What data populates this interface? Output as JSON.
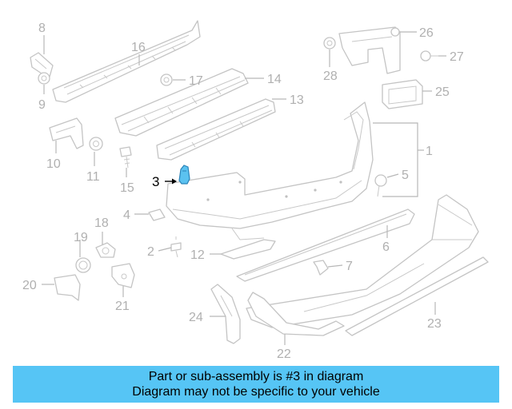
{
  "diagram": {
    "callouts": {
      "c1": "1",
      "c2": "2",
      "c3": "3",
      "c4": "4",
      "c5": "5",
      "c6": "6",
      "c7": "7",
      "c8": "8",
      "c9": "9",
      "c10": "10",
      "c11": "11",
      "c12": "12",
      "c13": "13",
      "c14": "14",
      "c15": "15",
      "c16": "16",
      "c17": "17",
      "c18": "18",
      "c19": "19",
      "c20": "20",
      "c21": "21",
      "c22": "22",
      "c23": "23",
      "c24": "24",
      "c25": "25",
      "c26": "26",
      "c27": "27",
      "c28": "28"
    },
    "highlighted_part": "3",
    "highlight_color": "#5bc2f0"
  },
  "banner": {
    "line1": "Part or sub-assembly is #3 in diagram",
    "line2": "Diagram may not be specific to your vehicle",
    "background_color": "#56c5f5"
  }
}
